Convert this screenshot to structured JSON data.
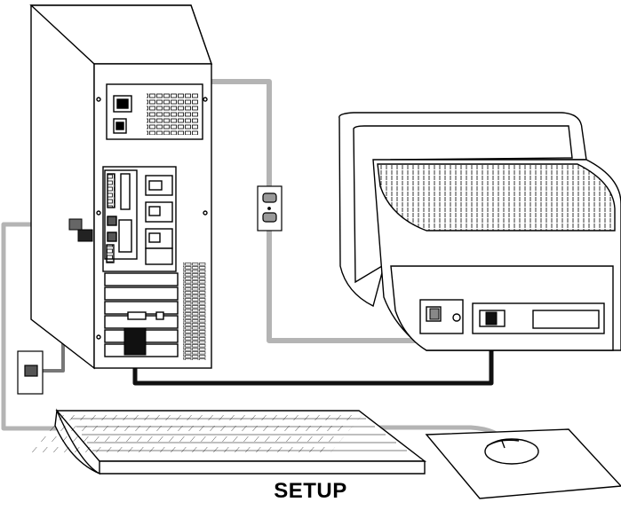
{
  "diagram": {
    "caption": "SETUP",
    "components": [
      {
        "id": "tower",
        "icon": "computer-tower-icon"
      },
      {
        "id": "monitor",
        "icon": "crt-monitor-icon"
      },
      {
        "id": "keyboard",
        "icon": "keyboard-icon"
      },
      {
        "id": "mouse",
        "icon": "mouse-icon"
      },
      {
        "id": "mousepad",
        "icon": "mousepad-icon"
      },
      {
        "id": "power-outlet",
        "icon": "power-outlet-icon"
      },
      {
        "id": "phone-jack",
        "icon": "phone-jack-icon"
      }
    ],
    "connections": [
      {
        "from": "tower",
        "to": "power-outlet",
        "kind": "power-cable"
      },
      {
        "from": "power-outlet",
        "to": "monitor",
        "kind": "power-cable"
      },
      {
        "from": "tower",
        "to": "monitor",
        "kind": "video-cable"
      },
      {
        "from": "tower",
        "to": "phone-jack",
        "kind": "phone-cable"
      },
      {
        "from": "tower",
        "to": "keyboard",
        "kind": "keyboard-cable"
      },
      {
        "from": "keyboard",
        "to": "mouse",
        "kind": "mouse-cable"
      }
    ],
    "colors": {
      "line": "#000000",
      "cable_gray": "#b4b4b4",
      "cable_dark": "#1a1a1a",
      "fill": "#ffffff"
    }
  }
}
